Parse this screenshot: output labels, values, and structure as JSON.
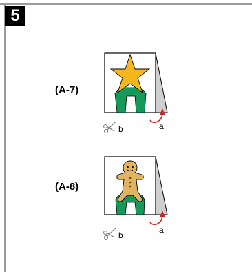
{
  "step_number": "5",
  "figures": [
    {
      "id": "A-7",
      "label": "(A-7)",
      "fold_mark": "a",
      "cut_mark": "b",
      "shape_icon": "star-icon",
      "colors": {
        "star": "#f5b81c",
        "legs": "#159a5a"
      }
    },
    {
      "id": "A-8",
      "label": "(A-8)",
      "fold_mark": "a",
      "cut_mark": "b",
      "shape_icon": "gingerbread-man-icon",
      "colors": {
        "gingerbread": "#e0b460",
        "legs": "#159a5a"
      }
    }
  ],
  "colors": {
    "arrow": "#d62020",
    "flap": "#cfcfcf"
  }
}
